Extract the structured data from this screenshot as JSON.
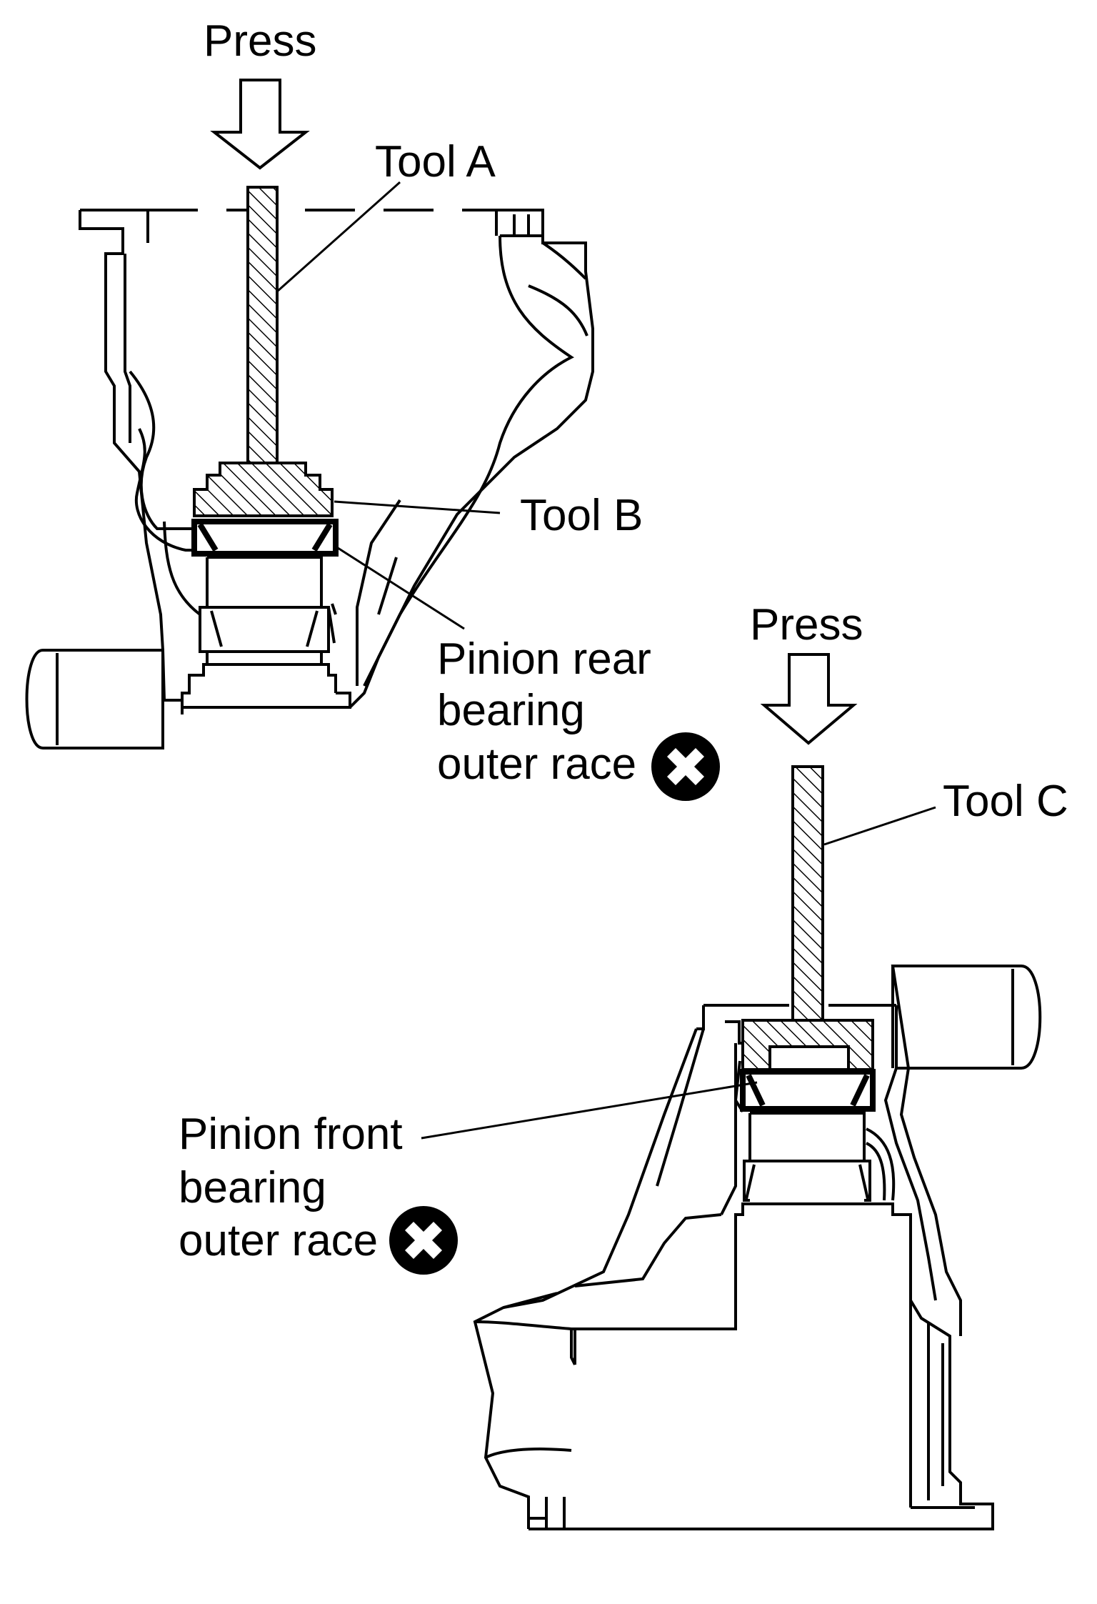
{
  "labels": {
    "press_top": "Press",
    "tool_a": "Tool A",
    "tool_b": "Tool B",
    "rear_race": [
      "Pinion rear",
      "bearing",
      "outer race"
    ],
    "press_bottom": "Press",
    "tool_c": "Tool C",
    "front_race": [
      "Pinion front",
      "bearing",
      "outer race"
    ]
  },
  "icons": {
    "prohibition": "x-in-circle-icon",
    "press_direction": "down-arrow-icon"
  },
  "colors": {
    "line": "#000000",
    "background": "#ffffff"
  }
}
